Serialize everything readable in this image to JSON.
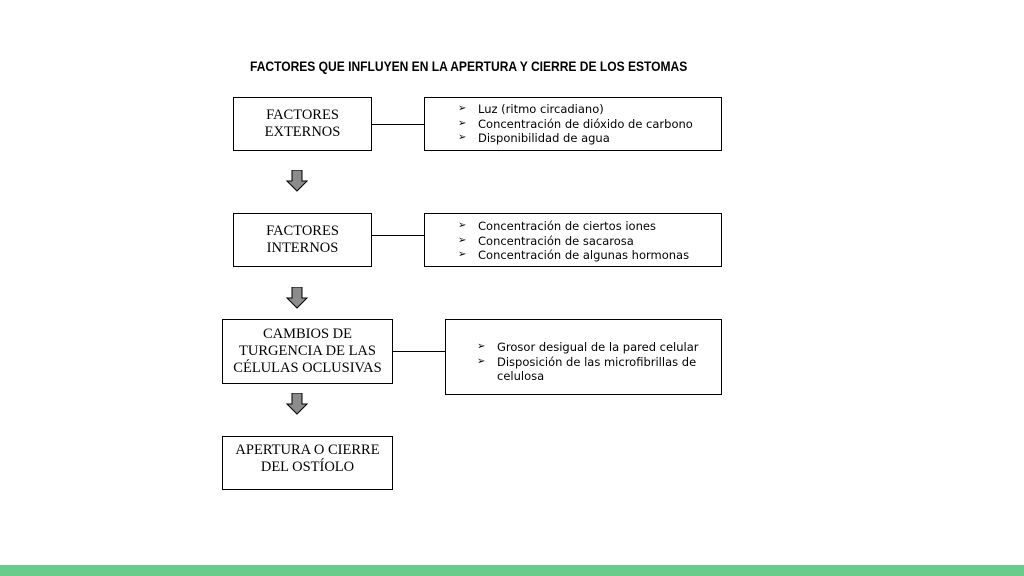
{
  "title": "FACTORES QUE INFLUYEN EN LA APERTURA Y CIERRE DE LOS ESTOMAS",
  "bullet_glyph": "➢",
  "steps": [
    {
      "label_lines": [
        "FACTORES",
        "EXTERNOS"
      ],
      "items": [
        "Luz (ritmo circadiano)",
        "Concentración de dióxido de carbono",
        "Disponibilidad de agua"
      ]
    },
    {
      "label_lines": [
        "FACTORES",
        "INTERNOS"
      ],
      "items": [
        "Concentración de ciertos iones",
        "Concentración de sacarosa",
        "Concentración de algunas hormonas"
      ]
    },
    {
      "label_lines": [
        "CAMBIOS DE",
        "TURGENCIA DE LAS",
        "CÉLULAS OCLUSIVAS"
      ],
      "items": [
        "Grosor desigual de la pared celular",
        "Disposición de las microfibrillas de celulosa"
      ]
    },
    {
      "label_lines": [
        "APERTURA O CIERRE",
        "DEL OSTÍOLO"
      ],
      "items": []
    }
  ],
  "colors": {
    "arrow_fill": "#8c8c8c",
    "footer_bar": "#6acb8c"
  }
}
